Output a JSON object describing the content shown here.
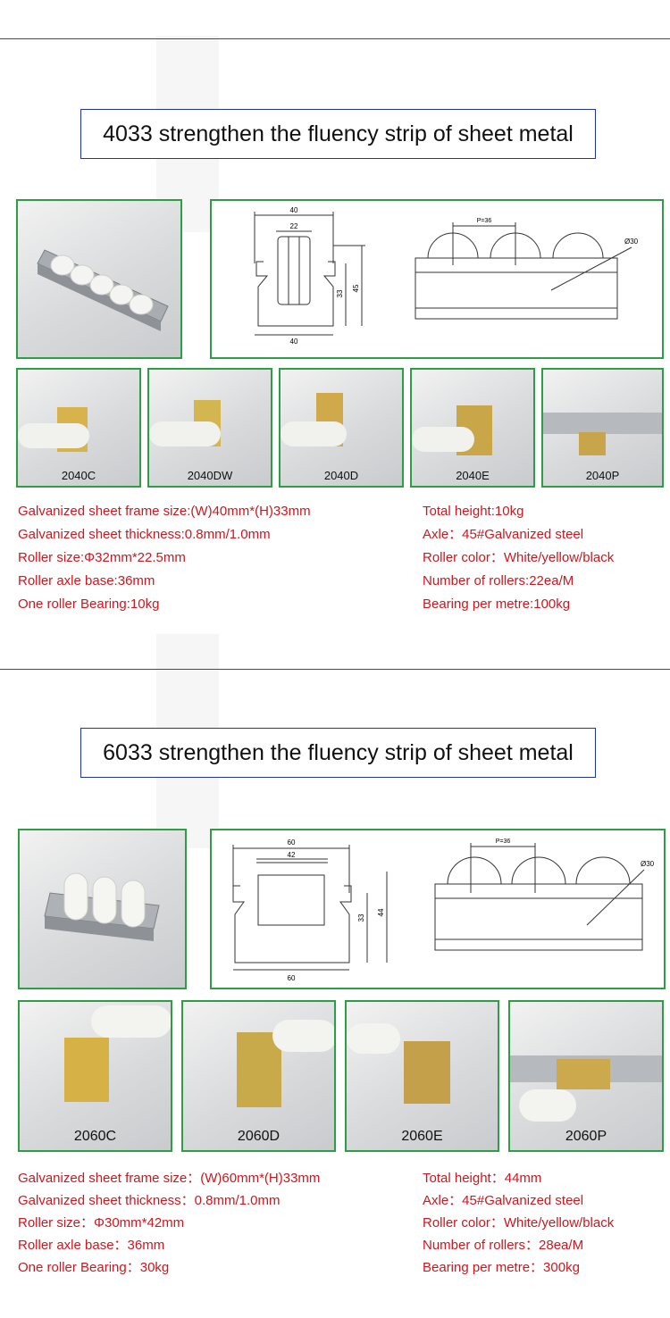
{
  "section1": {
    "title": "4033 strengthen the fluency strip of sheet metal",
    "drawing": {
      "w40_top": "40",
      "w22": "22",
      "h33": "33",
      "h45": "45",
      "w40_bottom": "40",
      "pitch": "P=36",
      "dia": "Ø30"
    },
    "variants": [
      "2040C",
      "2040DW",
      "2040D",
      "2040E",
      "2040P"
    ],
    "specs_left": [
      "Galvanized sheet frame size:(W)40mm*(H)33mm",
      "Galvanized sheet thickness:0.8mm/1.0mm",
      "Roller size:Φ32mm*22.5mm",
      "Roller axle base:36mm",
      "One roller Bearing:10kg"
    ],
    "specs_right": [
      "Total height:10kg",
      "Axle：45#Galvanized steel",
      "Roller color：White/yellow/black",
      "Number of rollers:22ea/M",
      "Bearing per metre:100kg"
    ]
  },
  "section2": {
    "title": "6033 strengthen the fluency strip of sheet metal",
    "drawing": {
      "w60_top": "60",
      "w42": "42",
      "h33": "33",
      "h44": "44",
      "w60_bottom": "60",
      "pitch": "P=36",
      "dia": "Ø30"
    },
    "variants": [
      "2060C",
      "2060D",
      "2060E",
      "2060P"
    ],
    "specs_left": [
      "Galvanized sheet frame size：(W)60mm*(H)33mm",
      "Galvanized sheet thickness：0.8mm/1.0mm",
      "Roller size：Φ30mm*42mm",
      "Roller axle base：36mm",
      "One roller Bearing：30kg"
    ],
    "specs_right": [
      "Total height：44mm",
      "Axle：45#Galvanized steel",
      "Roller color：White/yellow/black",
      "Number of rollers：28ea/M",
      "Bearing per metre：300kg"
    ]
  },
  "colors": {
    "accent_red": "#d4141c",
    "frame_green": "#2e9e44",
    "title_border": "#2233aa",
    "rule_red": "#c8102e"
  }
}
